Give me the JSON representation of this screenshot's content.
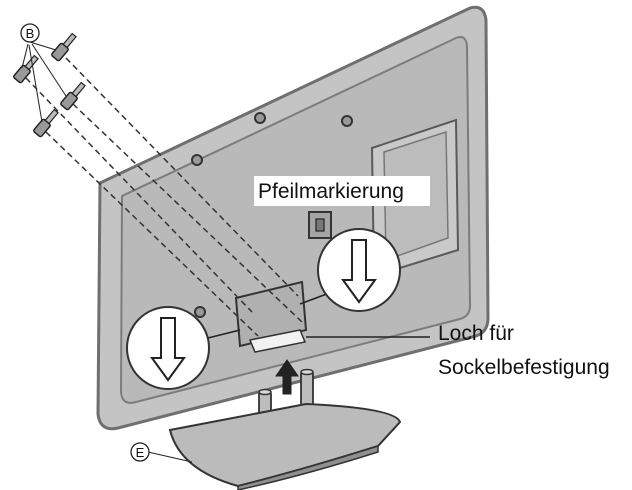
{
  "labels": {
    "part_b": "B",
    "part_e": "E",
    "arrow_marking": "Pfeilmarkierung",
    "hole_line1": "Loch für",
    "hole_line2": "Sockelbefestigung"
  },
  "colors": {
    "tv_back": "#bdbdbd",
    "tv_panel": "#cfcfcf",
    "tv_edge": "#8e8e8e",
    "stand_base": "#b8b8b8",
    "line": "#222222",
    "background": "#ffffff"
  },
  "icons": [
    "screw-icon",
    "down-arrow-icon",
    "up-arrow-icon"
  ]
}
